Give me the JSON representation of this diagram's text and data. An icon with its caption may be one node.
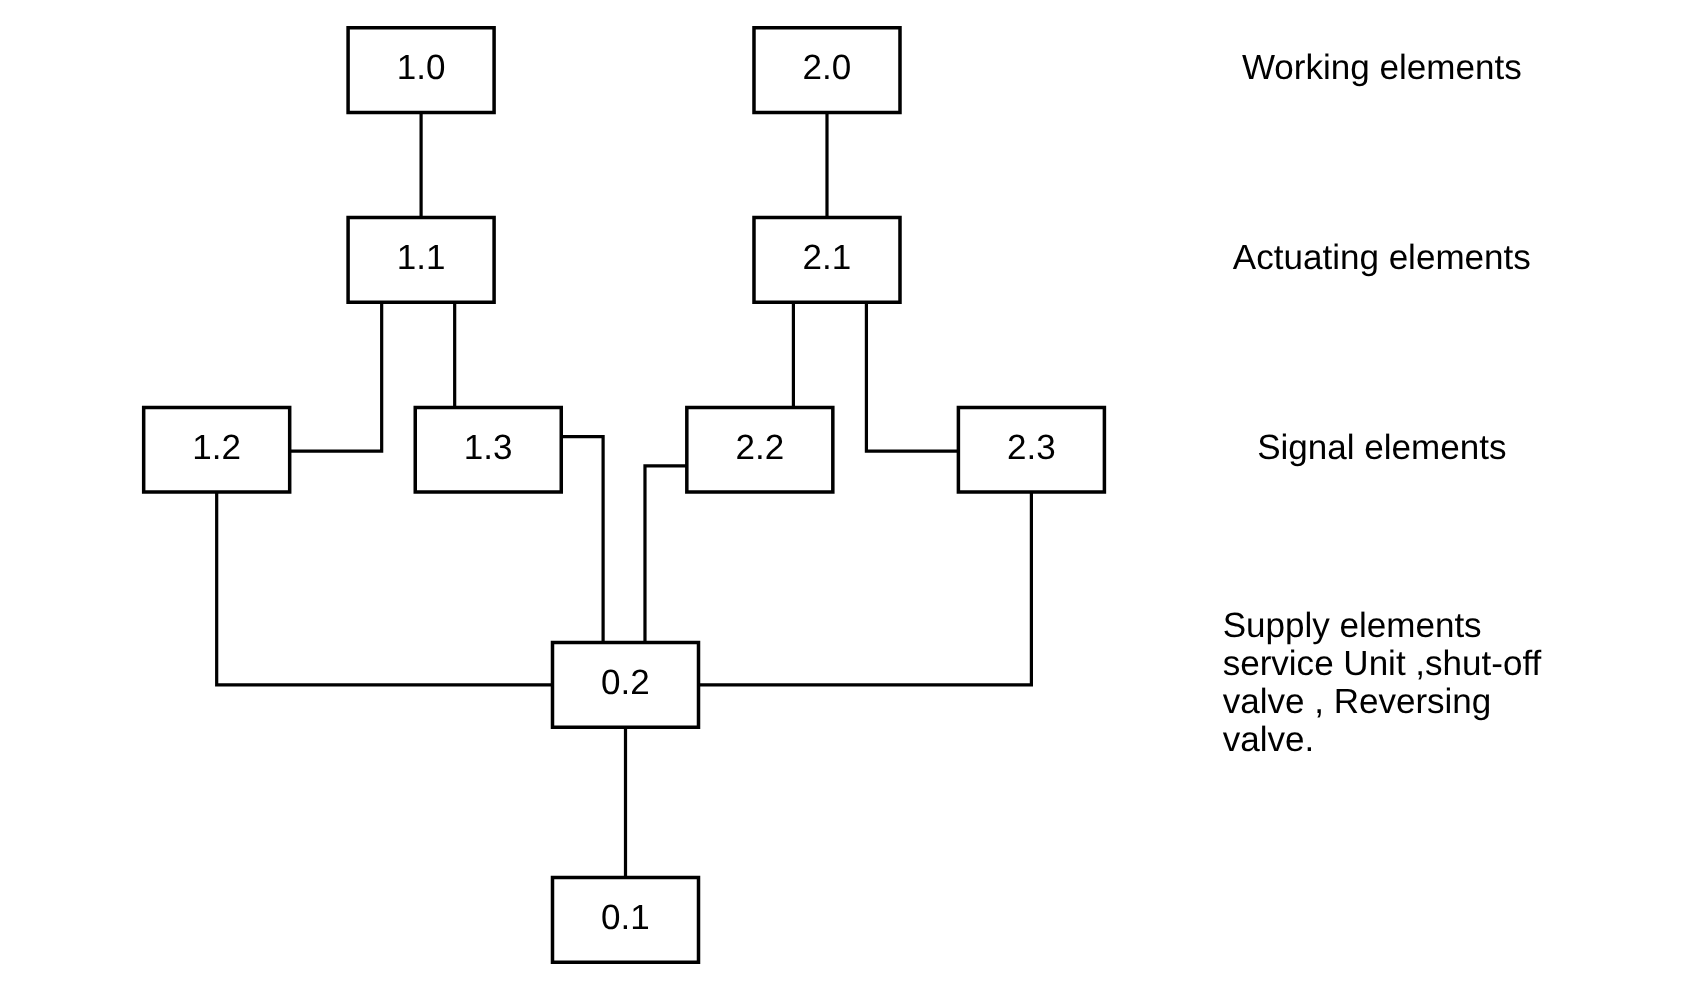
{
  "diagram": {
    "nodes": [
      {
        "text": [
          "1.0"
        ]
      },
      {
        "text": [
          "1.1"
        ]
      },
      {
        "text": [
          "1.2"
        ]
      },
      {
        "text": [
          "1.3"
        ]
      },
      {
        "text": [
          "2.0"
        ]
      },
      {
        "text": [
          "2.1"
        ]
      },
      {
        "text": [
          "2.2"
        ]
      },
      {
        "text": [
          "2.3"
        ]
      },
      {
        "text": [
          "0.2"
        ]
      },
      {
        "text": [
          "0.1"
        ]
      }
    ],
    "edges": [
      {
        "from": 0,
        "to": 1,
        "arrow": "none"
      },
      {
        "from": 1,
        "to": 2,
        "arrow": "none"
      },
      {
        "from": 1,
        "to": 3,
        "arrow": "none"
      },
      {
        "from": 4,
        "to": 5,
        "arrow": "none"
      },
      {
        "from": 5,
        "to": 6,
        "arrow": "none"
      },
      {
        "from": 5,
        "to": 7,
        "arrow": "none"
      },
      {
        "from": 2,
        "to": 8,
        "arrow": "none"
      },
      {
        "from": 3,
        "to": 8,
        "arrow": "none"
      },
      {
        "from": 6,
        "to": 8,
        "arrow": "none"
      },
      {
        "from": 7,
        "to": 8,
        "arrow": "none"
      },
      {
        "from": 8,
        "to": 9,
        "arrow": "none"
      }
    ],
    "labels": [
      "Working elements",
      "Actuating elements",
      "Signal elements",
      "Supply elements service Unit ,shut-off valve , Reversing valve."
    ]
  }
}
